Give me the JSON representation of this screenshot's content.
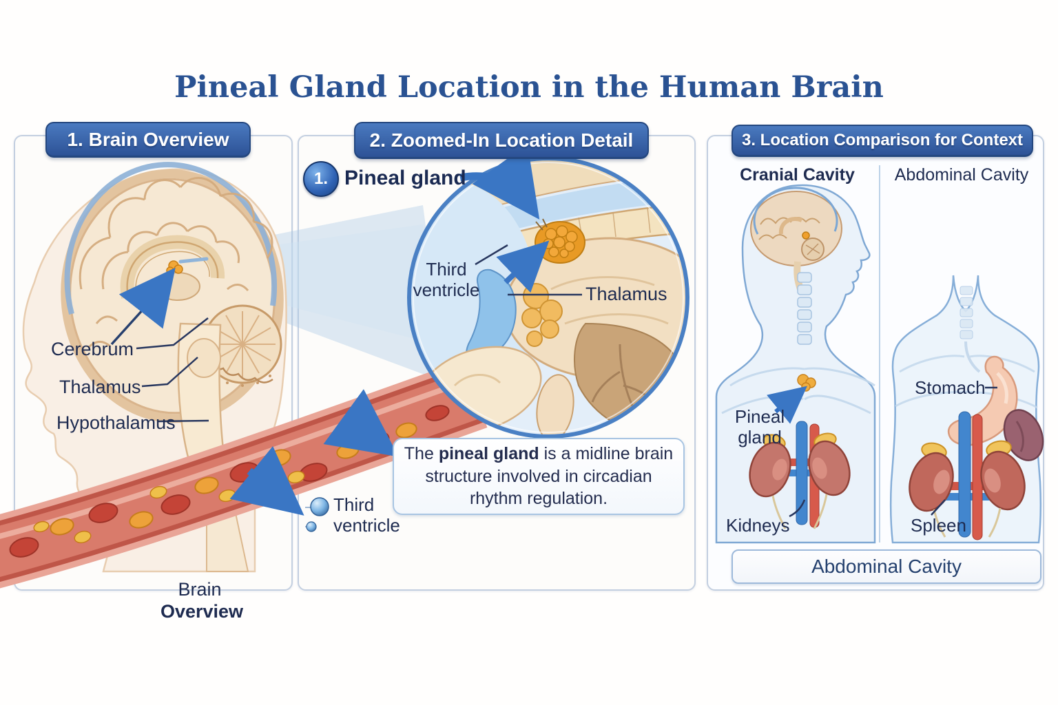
{
  "title": "Pineal Gland Location in the Human Brain",
  "colors": {
    "title_blue": "#2a5292",
    "panel_header_blue": "#3568b0",
    "label_navy": "#1e2b50",
    "accent_arrow_blue": "#3a76c4",
    "panel_border": "#c3cfe0",
    "pineal_orange": "#f2a838",
    "vessel_red": "#bf5648",
    "body_silhouette_blue": "#7fa8d4"
  },
  "panel1": {
    "header": "1. Brain Overview",
    "labels": {
      "cerebrum": "Cerebrum",
      "thalamus": "Thalamus",
      "hypothalamus": "Hypothalamus"
    },
    "caption_normal": "Brain",
    "caption_bold": "Overview"
  },
  "panel2": {
    "header": "2. Zoomed-In Location Detail",
    "step_badge": "1.",
    "pineal_label": "Pineal gland",
    "third_ventricle_label": "Third\nventricle",
    "thalamus_label": "Thalamus",
    "note": {
      "pre": "The ",
      "bold": "pineal gland",
      "post": " is a midline brain structure involved in circadian rhythm regulation."
    },
    "third_ventricle_bottom": "Third\nventricle"
  },
  "panel3": {
    "header": "3. Location Comparison for Context",
    "left_column_title": "Cranial Cavity",
    "right_column_title": "Abdominal Cavity",
    "pineal_gland_label": "Pineal\ngland",
    "kidneys_label": "Kidneys",
    "stomach_label": "Stomach",
    "spleen_label": "Spleen",
    "bottom_box": "Abdominal Cavity"
  }
}
